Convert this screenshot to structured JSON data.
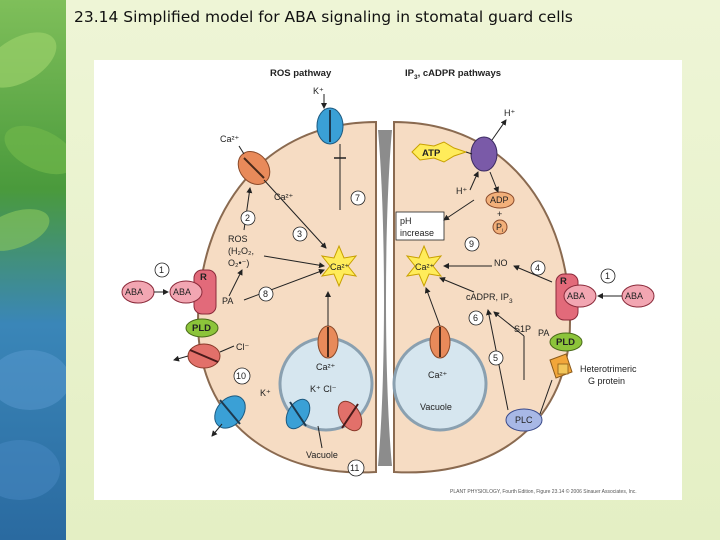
{
  "slide": {
    "title": "23.14 Simplified model for ABA signaling in stomatal guard cells"
  },
  "diagram": {
    "left_header": "ROS pathway",
    "right_header_main": "IP",
    "right_header_sub": "3",
    "right_header_rest": ", cADPR pathways",
    "k_plus": "K⁺",
    "h_plus": "H⁺",
    "ca2": "Ca²⁺",
    "ca2_b": "Ca²⁺",
    "ros_1": "ROS",
    "ros_2": "(H₂O₂,",
    "ros_3": "O₂•⁻)",
    "pa_left": "PA",
    "pld": "PLD",
    "pld_right": "PLD",
    "cl_minus": "Cl⁻",
    "k_plus_b": "K⁺",
    "vac_ions": "K⁺  Cl⁻",
    "vacuole": "Vacuole",
    "vacuole_right": "Vacuole",
    "atp": "ATP",
    "adp": "ADP",
    "plus": "+",
    "pi": "P",
    "pi_sub": "i",
    "h_plus_b": "H⁺",
    "ph_1": "pH",
    "ph_2": "increase",
    "no": "NO",
    "cadpr": "cADPR, IP",
    "cadpr_sub": "3",
    "s1p": "S1P",
    "pa_right": "PA",
    "hetero_1": "Heterotrimeric",
    "hetero_2": "G protein",
    "plc": "PLC",
    "aba": "ABA",
    "r": "R",
    "circle_numbers": [
      "1",
      "2",
      "3",
      "4",
      "5",
      "6",
      "7",
      "8",
      "9",
      "10",
      "11",
      "1"
    ],
    "credit": "PLANT PHYSIOLOGY, Fourth Edition, Figure 23.14  © 2006 Sinauer Associates, Inc."
  },
  "colors": {
    "cell_fill": "#f6dcc3",
    "cell_stroke": "#8a6a50",
    "channel_blue": "#3aa0d6",
    "channel_red": "#e2706a",
    "channel_orange": "#e88a5a",
    "channel_purple": "#7a5aa8",
    "receptor_pink": "#e26a7a",
    "pld_green": "#8cc43a",
    "vacuole_fill": "#d6e6ef",
    "star_yellow": "#ffec5a"
  }
}
